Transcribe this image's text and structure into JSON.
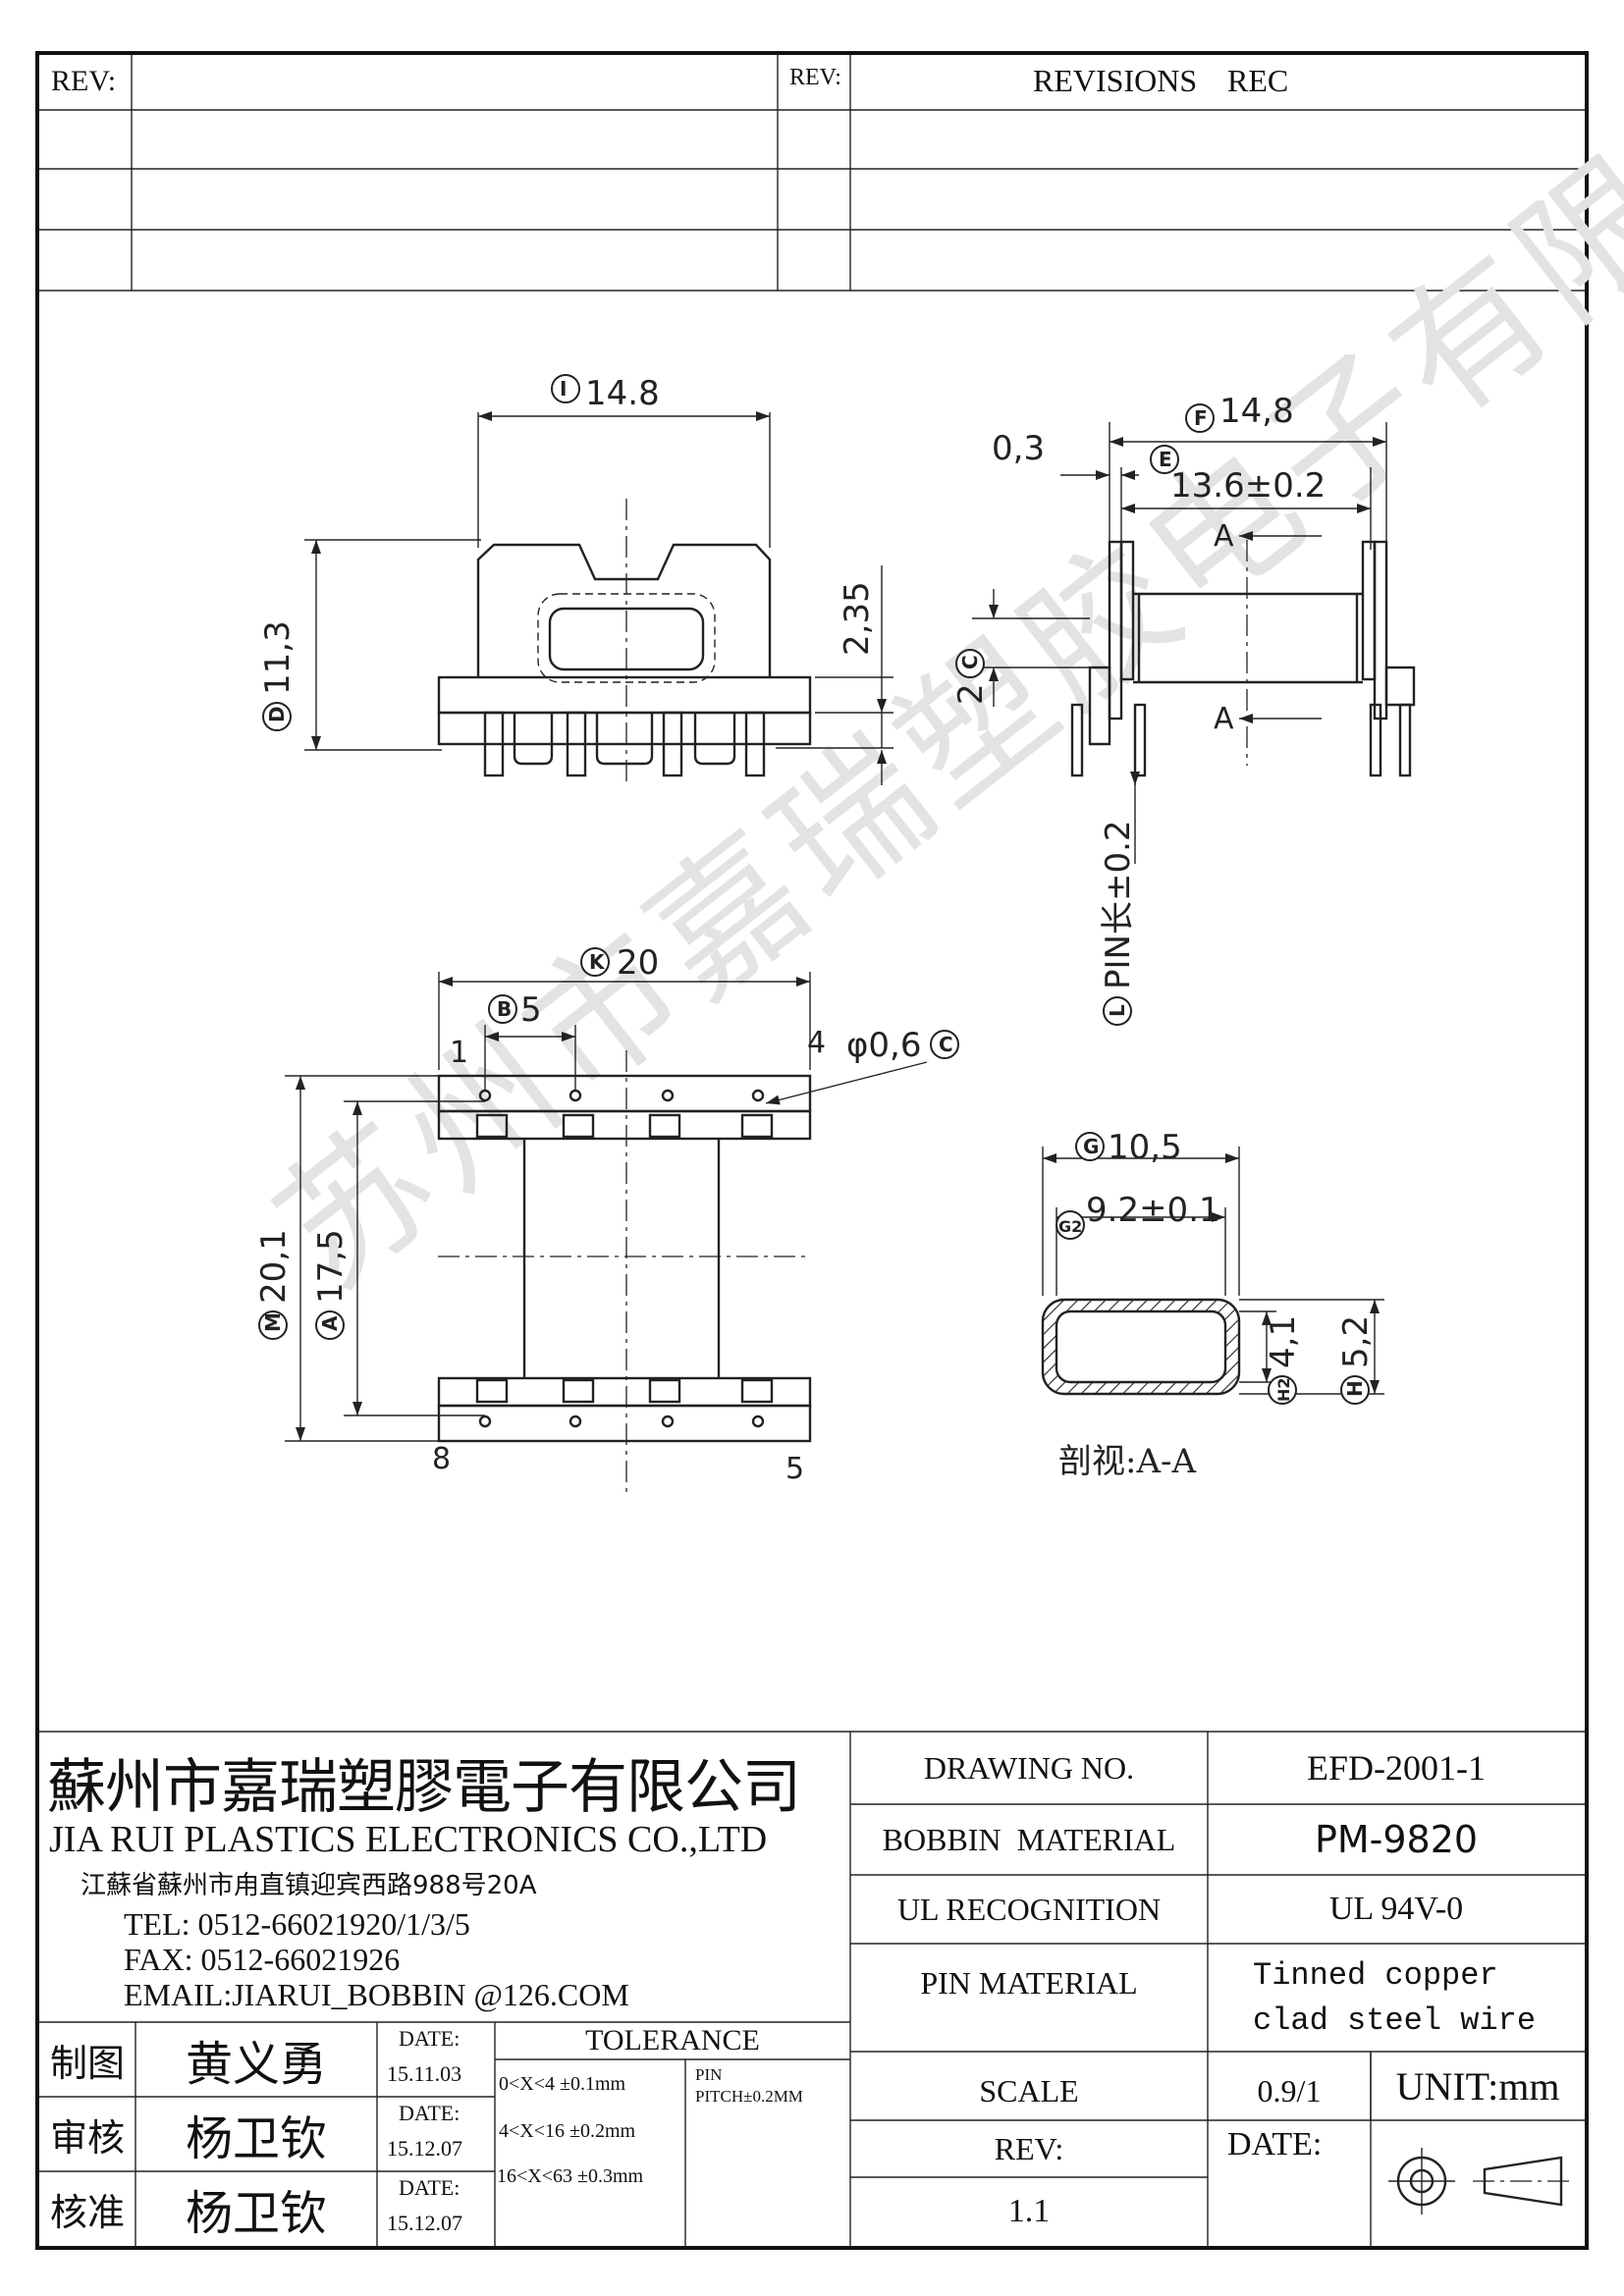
{
  "revision_table": {
    "rev_label_1": "REV:",
    "rev_label_2": "REV:",
    "revisions_header": "REVISIONS",
    "rec_header": "REC"
  },
  "drawing": {
    "front_view": {
      "width_dim": "14.8",
      "width_tag": "I",
      "height_dim": "11,3",
      "height_tag": "D",
      "flange_dim": "2,35"
    },
    "side_view": {
      "overall_dim": "14,8",
      "overall_tag": "F",
      "inner_dim": "13.6±0.2",
      "inner_tag": "E",
      "offset_dim": "0,3",
      "c_dim": "2",
      "c_tag": "C",
      "pin_dim": "PIN长±0.2",
      "pin_tag": "L",
      "section_mark_top": "A",
      "section_mark_bottom": "A"
    },
    "bottom_view": {
      "length_dim": "20",
      "length_tag": "K",
      "pitch_dim": "5",
      "pitch_tag": "B",
      "pin_dia": "φ0,6",
      "pin_dia_tag": "C",
      "height_outer": "20,1",
      "height_outer_tag": "M",
      "height_inner": "17,5",
      "height_inner_tag": "A",
      "pin_1": "1",
      "pin_4": "4",
      "pin_5": "5",
      "pin_8": "8"
    },
    "section_view": {
      "outer_width": "10,5",
      "outer_width_tag": "G",
      "inner_width": "9.2±0.1",
      "inner_width_tag": "G2",
      "inner_height": "4,1",
      "inner_height_tag": "H2",
      "outer_height": "5,2",
      "outer_height_tag": "H",
      "caption": "剖视:A-A"
    },
    "watermark_text": "苏州市嘉瑞塑胶电子有限公司"
  },
  "title_block": {
    "company_cn": "蘇州市嘉瑞塑膠電子有限公司",
    "company_en": "JIA RUI PLASTICS ELECTRONICS CO.,LTD",
    "address": "江蘇省蘇州市甪直镇迎宾西路988号20A",
    "tel": "TEL: 0512-66021920/1/3/5",
    "fax": "FAX: 0512-66021926",
    "email": "EMAIL:JIARUI_BOBBIN @126.COM",
    "drawn_label": "制图",
    "drawn_name": "黄义勇",
    "drawn_date_label": "DATE:",
    "drawn_date": "15.11.03",
    "check_label": "审核",
    "check_name": "杨卫钦",
    "check_date_label": "DATE:",
    "check_date": "15.12.07",
    "approve_label": "核准",
    "approve_name": "杨卫钦",
    "approve_date_label": "DATE:",
    "approve_date": "15.12.07",
    "tolerance_header": "TOLERANCE",
    "tol_1": "0<X<4 ±0.1mm",
    "tol_2": "4<X<16 ±0.2mm",
    "tol_3": "16<X<63 ±0.3mm",
    "pin_pitch_label": "PIN",
    "pin_pitch_value": "PITCH±0.2MM",
    "drawing_no_label": "DRAWING  NO.",
    "drawing_no": "EFD-2001-1",
    "bobbin_material_label": "BOBBIN  MATERIAL",
    "bobbin_material": "PM-9820",
    "ul_label": "UL RECOGNITION",
    "ul_value": "UL 94V-0",
    "pin_material_label": "PIN MATERIAL",
    "pin_material_1": "Tinned copper",
    "pin_material_2": "clad steel wire",
    "scale_label": "SCALE",
    "scale_value": "0.9/1",
    "unit": "UNIT:mm",
    "rev_label": "REV:",
    "rev_value": "1.1",
    "date_label": "DATE:"
  }
}
